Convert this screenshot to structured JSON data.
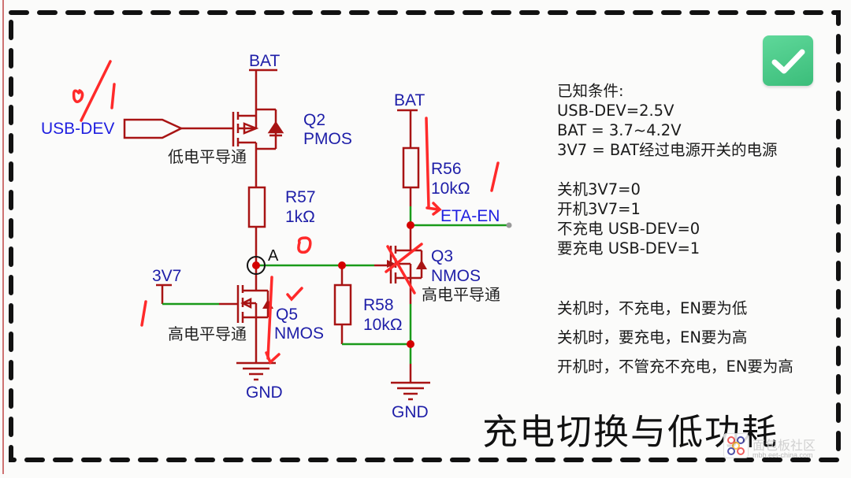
{
  "diagram": {
    "title": "充电切换与低功耗",
    "colors": {
      "wire": "#a81414",
      "wire_green": "#1a9a1a",
      "net_label": "#1e1ea8",
      "handwriting": "#ff2a2a",
      "junction": "#d40000",
      "checkbox": "#45c985",
      "border": "#111111"
    },
    "nets": {
      "bat_q2": "BAT",
      "bat_r56": "BAT",
      "v3v7": "3V7",
      "gnd_q5": "GND",
      "gnd_q3": "GND",
      "usb_dev_port": "USB-DEV",
      "eta_en": "ETA-EN",
      "node_a": "A"
    },
    "components": {
      "q2": {
        "ref": "Q2",
        "type": "PMOS",
        "note": "低电平导通"
      },
      "q5": {
        "ref": "Q5",
        "type": "NMOS",
        "note": "高电平导通"
      },
      "q3": {
        "ref": "Q3",
        "type": "NMOS",
        "note": "高电平导通"
      },
      "r57": {
        "ref": "R57",
        "value": "1kΩ"
      },
      "r56": {
        "ref": "R56",
        "value": "10kΩ"
      },
      "r58": {
        "ref": "R58",
        "value": "10kΩ"
      }
    },
    "annotations": {
      "usb_dev_state": "0/1",
      "node_a_state": "0",
      "v3v7_state": "1",
      "eta_en_state": "1",
      "q5_state": "✓ (on)",
      "q3_state": "✗ (off)"
    },
    "known_conditions": {
      "heading": "已知条件:",
      "lines": [
        "USB-DEV=2.5V",
        "BAT = 3.7~4.2V",
        "3V7 = BAT经过电源开关的电源"
      ],
      "states": [
        "关机3V7=0",
        "开机3V7=1",
        "不充电 USB-DEV=0",
        "要充电 USB-DEV=1"
      ]
    },
    "rules": [
      "关机时，不充电，EN要为低",
      "关机时，要充电，EN要为高",
      "开机时，不管充不充电，EN要为高"
    ],
    "status_icon": "checkbox-checked-icon",
    "watermark": {
      "text": "面包板社区",
      "sub": "mbb.eet-china.com"
    }
  }
}
